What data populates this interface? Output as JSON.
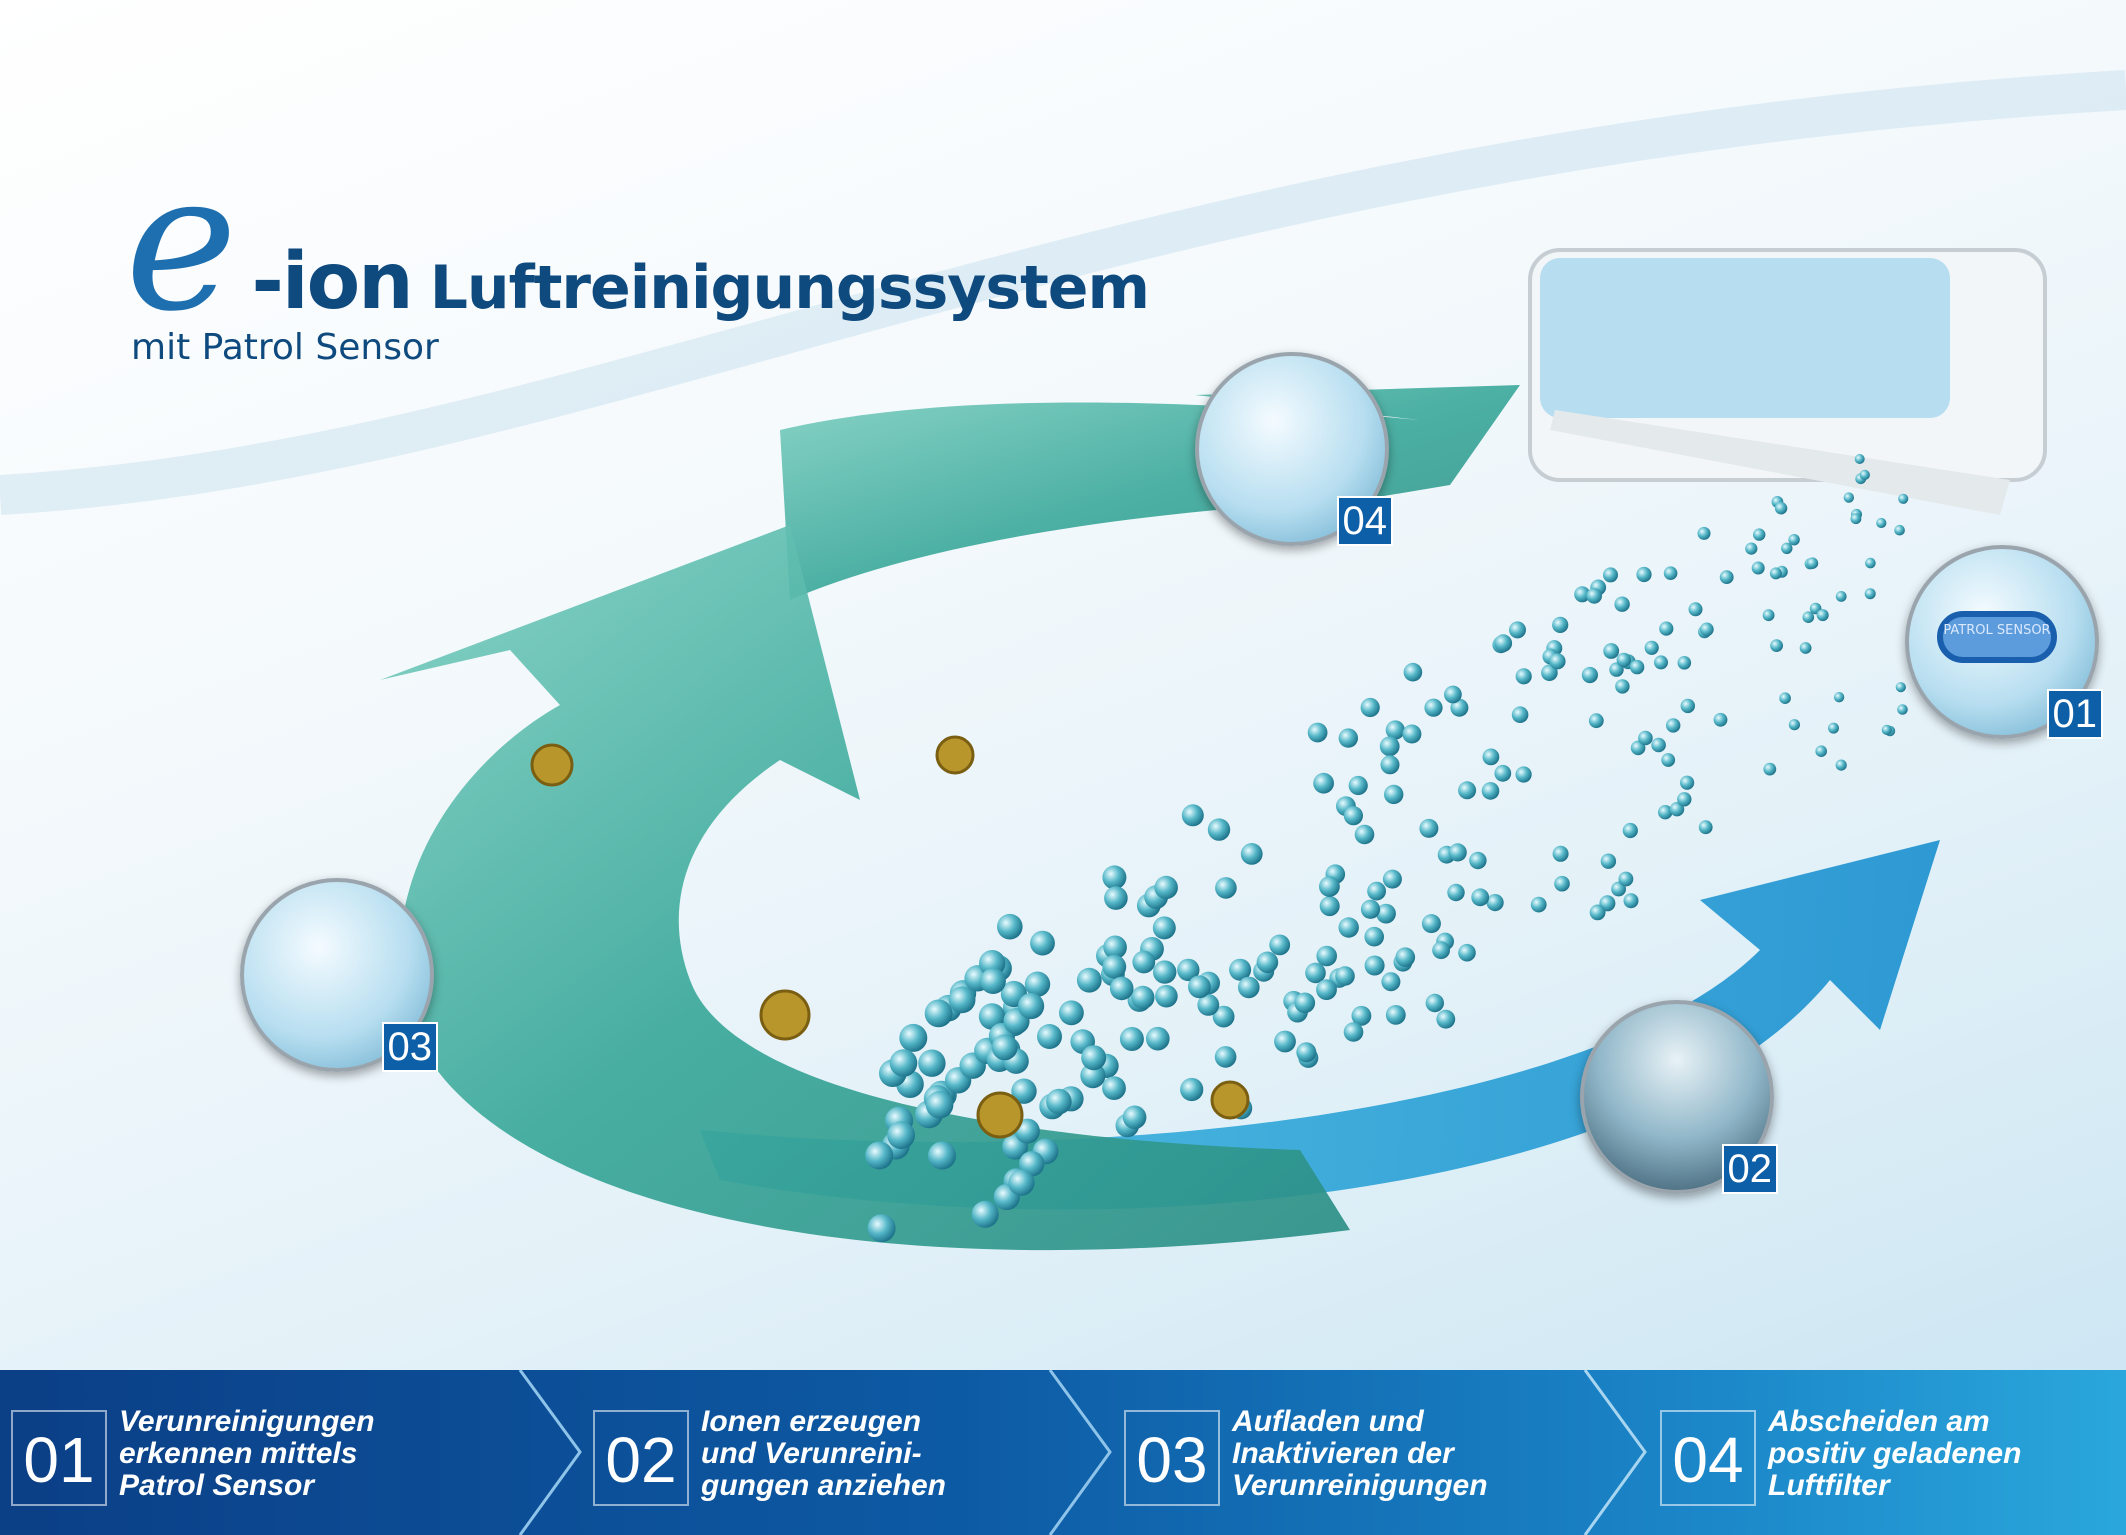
{
  "title": {
    "logo_e": "e",
    "logo_ion": "-ion",
    "main": "Luftreinigungssystem",
    "subtitle": "mit Patrol Sensor"
  },
  "badges": [
    {
      "number": "01",
      "label": "PATROL SENSOR"
    },
    {
      "number": "02"
    },
    {
      "number": "03"
    },
    {
      "number": "04"
    }
  ],
  "steps": [
    {
      "number": "01",
      "lines": [
        "Verunreinigungen",
        "erkennen mittels",
        "Patrol Sensor"
      ]
    },
    {
      "number": "02",
      "lines": [
        "Ionen erzeugen",
        "und Verunreini-",
        "gungen anziehen"
      ]
    },
    {
      "number": "03",
      "lines": [
        "Aufladen und",
        "Inaktivieren der",
        "Verunreinigungen"
      ]
    },
    {
      "number": "04",
      "lines": [
        "Abscheiden am",
        "positiv geladenen",
        "Luftfilter"
      ]
    }
  ],
  "colors": {
    "brand": "#0f4a7f",
    "teal_arrow": "#3aa89a",
    "blue_arrow": "#1ea0d8",
    "bar": "#0d5aa4"
  }
}
